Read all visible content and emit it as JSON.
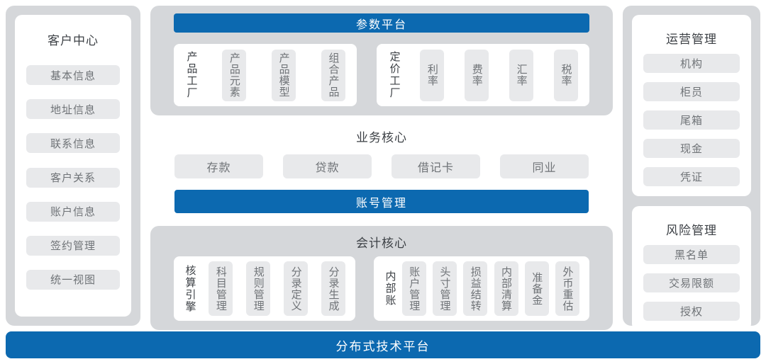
{
  "palette": {
    "blue": "#0C69B0",
    "container_gray": "#D5D7DA",
    "chip_gray": "#E8E9EB",
    "chip_text": "#6F7377",
    "title_text": "#3C4045"
  },
  "left_panel": {
    "title": "客户中心",
    "items": [
      "基本信息",
      "地址信息",
      "联系信息",
      "客户关系",
      "账户信息",
      "签约管理",
      "统一视图"
    ]
  },
  "center": {
    "param_platform": {
      "title": "参数平台",
      "groups": [
        {
          "label": "产品工厂",
          "items": [
            "产品元素",
            "产品模型",
            "组合产品"
          ]
        },
        {
          "label": "定价工厂",
          "items": [
            "利率",
            "费率",
            "汇率",
            "税率"
          ]
        }
      ]
    },
    "business_core": {
      "title": "业务核心",
      "items": [
        "存款",
        "贷款",
        "借记卡",
        "同业"
      ]
    },
    "account_mgmt": {
      "title": "账号管理"
    },
    "accounting_core": {
      "title": "会计核心",
      "groups": [
        {
          "label": "核算引擎",
          "items": [
            "科目管理",
            "规则管理",
            "分录定义",
            "分录生成"
          ]
        },
        {
          "label": "内部账",
          "items": [
            "账户管理",
            "头寸管理",
            "损益结转",
            "内部清算",
            "准备金",
            "外币重估"
          ]
        }
      ]
    }
  },
  "right_panel": {
    "sections": [
      {
        "title": "运营管理",
        "items": [
          "机构",
          "柜员",
          "尾箱",
          "现金",
          "凭证"
        ]
      },
      {
        "title": "风险管理",
        "items": [
          "黑名单",
          "交易限额",
          "授权"
        ]
      }
    ]
  },
  "bottom_bar": {
    "title": "分布式技术平台"
  }
}
